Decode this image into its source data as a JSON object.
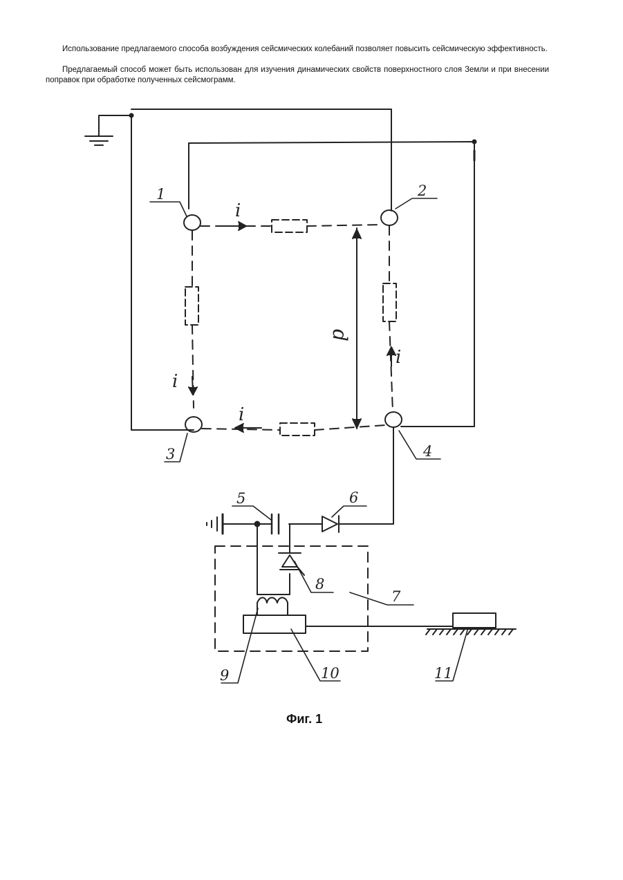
{
  "text": {
    "paragraph1": "Использование предлагаемого способа возбуждения сейсмических колебаний позволяет повысить сейсмическую эффективность.",
    "paragraph2": "Предлагаемый способ может быть использован для изучения динамических свойств поверхностного слоя Земли и при внесении поправок при обработке полученных сейсмограмм."
  },
  "figure": {
    "caption": "Фиг. 1",
    "labels": {
      "n1": "1",
      "n2": "2",
      "n3": "3",
      "n4": "4",
      "n5": "5",
      "n6": "6",
      "n7": "7",
      "n8": "8",
      "n9": "9",
      "n10": "10",
      "n11": "11",
      "current_top": "i",
      "current_left": "i",
      "current_bottom": "i",
      "current_right": "i",
      "distance": "d"
    }
  }
}
